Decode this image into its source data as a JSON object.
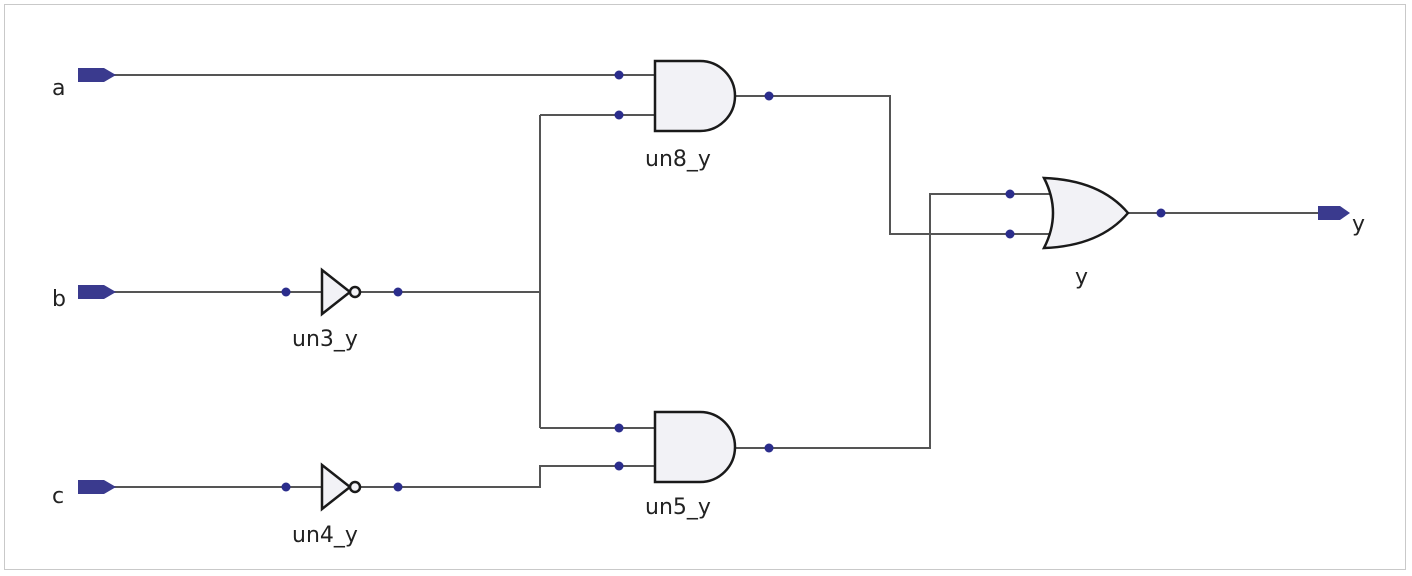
{
  "diagram": {
    "inputs": {
      "a": "a",
      "b": "b",
      "c": "c"
    },
    "output": "y",
    "gates": {
      "inv_b": "un3_y",
      "inv_c": "un4_y",
      "and_top": "un8_y",
      "and_bottom": "un5_y",
      "or_out": "y"
    }
  },
  "colors": {
    "wire": "#555555",
    "node": "#2b2d8c",
    "port": "#3a3a8e",
    "gate_fill": "#f2f2f6",
    "frame": "#c9c9c9"
  }
}
